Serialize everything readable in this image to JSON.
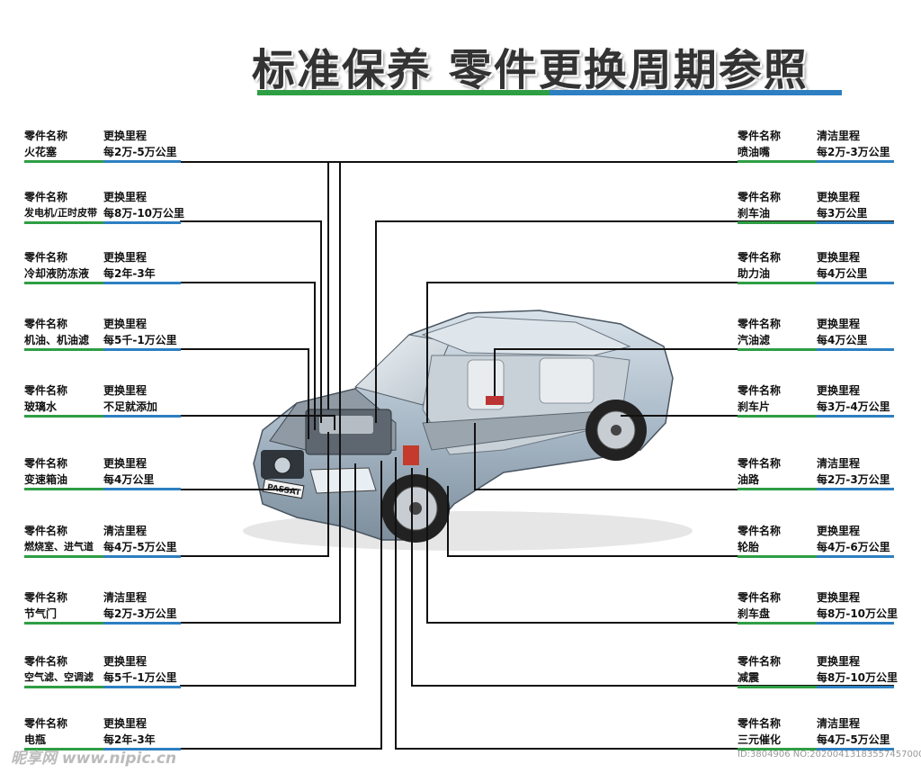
{
  "title": "标准保养  零件更换周期参照",
  "colors": {
    "green": "#2e9e44",
    "blue": "#2d7fc1",
    "line": "#111111"
  },
  "left_items": [
    {
      "label": "零件名称",
      "name": "火花塞",
      "period_label": "更换里程",
      "period": "每2万-5万公里"
    },
    {
      "label": "零件名称",
      "name": "发电机/正时皮带",
      "period_label": "更换里程",
      "period": "每8万-10万公里"
    },
    {
      "label": "零件名称",
      "name": "冷却液防冻液",
      "period_label": "更换里程",
      "period": "每2年-3年"
    },
    {
      "label": "零件名称",
      "name": "机油、机油滤",
      "period_label": "更换里程",
      "period": "每5千-1万公里"
    },
    {
      "label": "零件名称",
      "name": "玻璃水",
      "period_label": "更换里程",
      "period": "不足就添加"
    },
    {
      "label": "零件名称",
      "name": "变速箱油",
      "period_label": "更换里程",
      "period": "每4万公里"
    },
    {
      "label": "零件名称",
      "name": "燃烧室、进气道",
      "period_label": "清洁里程",
      "period": "每4万-5万公里"
    },
    {
      "label": "零件名称",
      "name": "节气门",
      "period_label": "清洁里程",
      "period": "每2万-3万公里"
    },
    {
      "label": "零件名称",
      "name": "空气滤、空调滤",
      "period_label": "更换里程",
      "period": "每5千-1万公里"
    },
    {
      "label": "零件名称",
      "name": "电瓶",
      "period_label": "更换里程",
      "period": "每2年-3年"
    }
  ],
  "right_items": [
    {
      "label": "零件名称",
      "name": "喷油嘴",
      "period_label": "清洁里程",
      "period": "每2万-3万公里"
    },
    {
      "label": "零件名称",
      "name": "刹车油",
      "period_label": "更换里程",
      "period": "每3万公里"
    },
    {
      "label": "零件名称",
      "name": "助力油",
      "period_label": "更换里程",
      "period": "每4万公里"
    },
    {
      "label": "零件名称",
      "name": "汽油滤",
      "period_label": "更换里程",
      "period": "每4万公里"
    },
    {
      "label": "零件名称",
      "name": "刹车片",
      "period_label": "更换里程",
      "period": "每3万-4万公里"
    },
    {
      "label": "零件名称",
      "name": "油路",
      "period_label": "清洁里程",
      "period": "每2万-3万公里"
    },
    {
      "label": "零件名称",
      "name": "轮胎",
      "period_label": "更换里程",
      "period": "每4万-6万公里"
    },
    {
      "label": "零件名称",
      "name": "刹车盘",
      "period_label": "更换里程",
      "period": "每8万-10万公里"
    },
    {
      "label": "零件名称",
      "name": "减震",
      "period_label": "更换里程",
      "period": "每8万-10万公里"
    },
    {
      "label": "零件名称",
      "name": "三元催化",
      "period_label": "清洁里程",
      "period": "每4万-5万公里"
    }
  ],
  "car_badge": "PASSAT",
  "footer_logo": "昵享网 www.nipic.cn",
  "footer_id": "ID:3804906 NO:20200413183557457000"
}
